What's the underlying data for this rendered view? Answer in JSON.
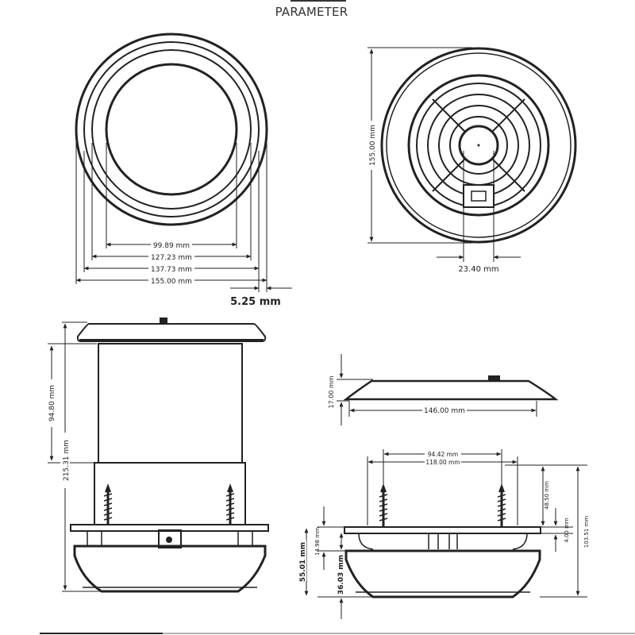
{
  "title": "PARAMETER",
  "top_view": {
    "dims": [
      "99.89 mm",
      "127.23 mm",
      "137.73 mm",
      "155.00 mm"
    ],
    "offset": "5.25 mm"
  },
  "front_grille_view": {
    "height": "155.00 mm",
    "width": "23.40 mm"
  },
  "side_view": {
    "upper_height": "94.80 mm",
    "total_height": "215.31 mm"
  },
  "cap_view": {
    "thickness": "17.00 mm",
    "width": "146.00 mm"
  },
  "base_view": {
    "inner_width": "94.42 mm",
    "outer_width": "118.00 mm",
    "screw_length": "48.50 mm",
    "flange": "4.00 mm",
    "total": "103.51 mm",
    "lip": "14.98 mm",
    "left_height": "55.01 mm",
    "base_height": "36.03 mm"
  }
}
